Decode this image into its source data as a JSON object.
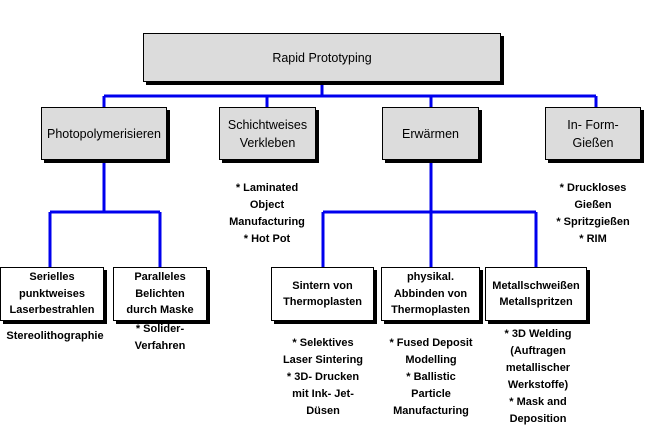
{
  "root": {
    "label": "Rapid Prototyping"
  },
  "categories": [
    {
      "id": "photopolymer",
      "label": "Photopolymerisieren"
    },
    {
      "id": "schicht",
      "label": "Schichtweises\nVerkleben"
    },
    {
      "id": "erwaermen",
      "label": "Erwärmen"
    },
    {
      "id": "inform",
      "label": "In- Form-\nGießen"
    }
  ],
  "subprocesses": [
    {
      "id": "seriell",
      "label": "Serielles\npunktweises\nLaserbestrahlen"
    },
    {
      "id": "parallel",
      "label": "Paralleles\nBelichten\ndurch Maske"
    },
    {
      "id": "sintern",
      "label": "Sintern von\nThermoplasten"
    },
    {
      "id": "physikal",
      "label": "physikal.\nAbbinden von\nThermoplasten"
    },
    {
      "id": "metall",
      "label": "Metallschweißen\nMetallspritzen"
    }
  ],
  "notes": [
    {
      "id": "schicht",
      "text": "* Laminated\nObject\nManufacturing\n* Hot Pot"
    },
    {
      "id": "inform",
      "text": "* Druckloses\nGießen\n* Spritzgießen\n* RIM"
    },
    {
      "id": "seriell",
      "text": "Stereolithographie"
    },
    {
      "id": "parallel",
      "text": "* Solider-\nVerfahren"
    },
    {
      "id": "sintern",
      "text": "* Selektives\nLaser Sintering\n* 3D- Drucken\nmit Ink- Jet-\nDüsen"
    },
    {
      "id": "physikal",
      "text": "* Fused Deposit\nModelling\n* Ballistic\nParticle\nManufacturing"
    },
    {
      "id": "metall",
      "text": "* 3D Welding\n(Auftragen\nmetallischer\nWerkstoffe)\n* Mask and\nDeposition"
    }
  ],
  "colors": {
    "connector": "#0000ee",
    "box_fill": "#dcdcdc",
    "border": "#000000"
  }
}
